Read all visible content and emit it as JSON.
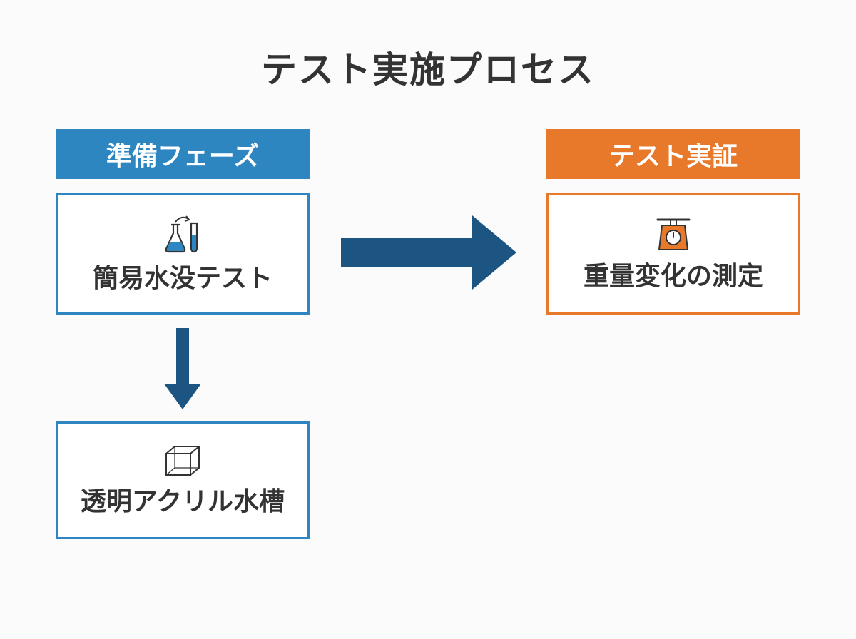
{
  "title": "テスト実施プロセス",
  "colors": {
    "blue": "#2e86c1",
    "blue_dark": "#1d5582",
    "orange": "#e8792a",
    "text": "#333333"
  },
  "phases": {
    "prep": {
      "header": "準備フェーズ",
      "steps": [
        {
          "label": "簡易水没テスト",
          "icon": "lab-flask-icon"
        },
        {
          "label": "透明アクリル水槽",
          "icon": "cube-outline-icon"
        }
      ]
    },
    "verify": {
      "header": "テスト実証",
      "steps": [
        {
          "label": "重量変化の測定",
          "icon": "kitchen-scale-icon"
        }
      ]
    }
  },
  "connectors": [
    {
      "from": "簡易水没テスト",
      "to": "重量変化の測定",
      "direction": "right"
    },
    {
      "from": "簡易水没テスト",
      "to": "透明アクリル水槽",
      "direction": "down"
    }
  ]
}
